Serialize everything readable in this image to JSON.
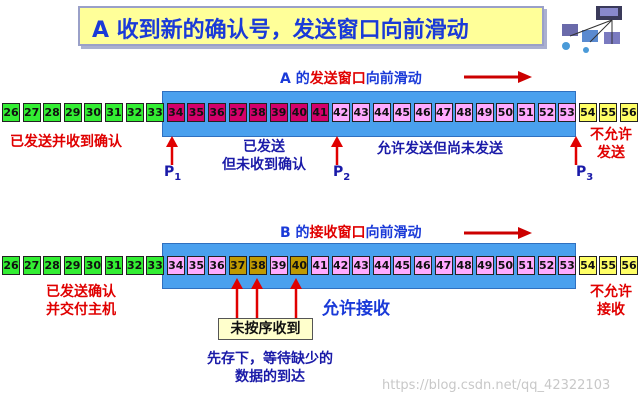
{
  "title": "A 收到新的确认号，发送窗口向前滑动",
  "sender": {
    "window_title_prefix": "A 的",
    "window_title_highlight": "发送窗口",
    "window_title_suffix": "向前滑动",
    "cells": [
      {
        "n": "26",
        "state": "acked"
      },
      {
        "n": "27",
        "state": "acked"
      },
      {
        "n": "28",
        "state": "acked"
      },
      {
        "n": "29",
        "state": "acked"
      },
      {
        "n": "30",
        "state": "acked"
      },
      {
        "n": "31",
        "state": "acked"
      },
      {
        "n": "32",
        "state": "acked"
      },
      {
        "n": "33",
        "state": "acked"
      },
      {
        "n": "34",
        "state": "sent"
      },
      {
        "n": "35",
        "state": "sent"
      },
      {
        "n": "36",
        "state": "sent"
      },
      {
        "n": "37",
        "state": "sent"
      },
      {
        "n": "38",
        "state": "sent"
      },
      {
        "n": "39",
        "state": "sent"
      },
      {
        "n": "40",
        "state": "sent"
      },
      {
        "n": "41",
        "state": "sent"
      },
      {
        "n": "42",
        "state": "allowed"
      },
      {
        "n": "43",
        "state": "allowed"
      },
      {
        "n": "44",
        "state": "allowed"
      },
      {
        "n": "45",
        "state": "allowed"
      },
      {
        "n": "46",
        "state": "allowed"
      },
      {
        "n": "47",
        "state": "allowed"
      },
      {
        "n": "48",
        "state": "allowed"
      },
      {
        "n": "49",
        "state": "allowed"
      },
      {
        "n": "50",
        "state": "allowed"
      },
      {
        "n": "51",
        "state": "allowed"
      },
      {
        "n": "52",
        "state": "allowed"
      },
      {
        "n": "53",
        "state": "allowed"
      },
      {
        "n": "54",
        "state": "forbidden"
      },
      {
        "n": "55",
        "state": "forbidden"
      },
      {
        "n": "56",
        "state": "forbidden"
      }
    ],
    "label_acked": "已发送并收到确认",
    "label_sent_l1": "已发送",
    "label_sent_l2": "但未收到确认",
    "label_allowed": "允许发送但尚未发送",
    "label_forbidden_l1": "不允许",
    "label_forbidden_l2": "发送",
    "p1": "P",
    "p1_sub": "1",
    "p2": "P",
    "p2_sub": "2",
    "p3": "P",
    "p3_sub": "3"
  },
  "receiver": {
    "window_title_prefix": "B 的",
    "window_title_highlight": "接收窗口",
    "window_title_suffix": "向前滑动",
    "cells": [
      {
        "n": "26",
        "state": "acked"
      },
      {
        "n": "27",
        "state": "acked"
      },
      {
        "n": "28",
        "state": "acked"
      },
      {
        "n": "29",
        "state": "acked"
      },
      {
        "n": "30",
        "state": "acked"
      },
      {
        "n": "31",
        "state": "acked"
      },
      {
        "n": "32",
        "state": "acked"
      },
      {
        "n": "33",
        "state": "acked"
      },
      {
        "n": "34",
        "state": "allowed"
      },
      {
        "n": "35",
        "state": "allowed"
      },
      {
        "n": "36",
        "state": "allowed"
      },
      {
        "n": "37",
        "state": "outoforder"
      },
      {
        "n": "38",
        "state": "outoforder"
      },
      {
        "n": "39",
        "state": "allowed"
      },
      {
        "n": "40",
        "state": "outoforder"
      },
      {
        "n": "41",
        "state": "allowed"
      },
      {
        "n": "42",
        "state": "allowed"
      },
      {
        "n": "43",
        "state": "allowed"
      },
      {
        "n": "44",
        "state": "allowed"
      },
      {
        "n": "45",
        "state": "allowed"
      },
      {
        "n": "46",
        "state": "allowed"
      },
      {
        "n": "47",
        "state": "allowed"
      },
      {
        "n": "48",
        "state": "allowed"
      },
      {
        "n": "49",
        "state": "allowed"
      },
      {
        "n": "50",
        "state": "allowed"
      },
      {
        "n": "51",
        "state": "allowed"
      },
      {
        "n": "52",
        "state": "allowed"
      },
      {
        "n": "53",
        "state": "allowed"
      },
      {
        "n": "54",
        "state": "forbidden"
      },
      {
        "n": "55",
        "state": "forbidden"
      },
      {
        "n": "56",
        "state": "forbidden"
      }
    ],
    "label_delivered_l1": "已发送确认",
    "label_delivered_l2": "并交付主机",
    "label_allowed": "允许接收",
    "label_forbidden_l1": "不允许",
    "label_forbidden_l2": "接收",
    "note_box": "未按序收到",
    "note_l1": "先存下，等待缺少的",
    "note_l2": "数据的到达"
  },
  "watermark": "https://blog.csdn.net/qq_42322103",
  "colors": {
    "acked": "#33ee33",
    "sent": "#d4006a",
    "allowed": "#ffaaff",
    "forbidden": "#ffff66",
    "outoforder": "#c09a00",
    "window": "#4aa0ee",
    "arrow_red": "#cc0000",
    "title_blue": "#1a3ad8"
  },
  "icons": [
    "network-computers-icon"
  ]
}
